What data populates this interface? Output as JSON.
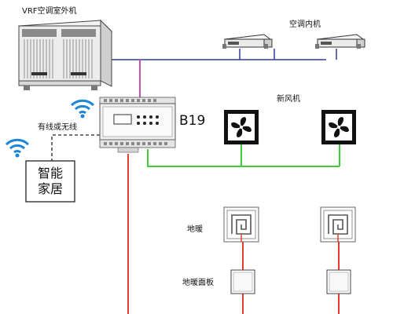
{
  "labels": {
    "outdoor_unit": "VRF空调室外机",
    "indoor_unit": "空调内机",
    "fresh_air": "新风机",
    "controller": "B19",
    "wired_wireless": "有线或无线",
    "smart_home_line1": "智能",
    "smart_home_line2": "家居",
    "floor_heating": "地暖",
    "floor_heating_panel": "地暖面板"
  },
  "colors": {
    "vrf_bus": "#2a3b9c",
    "magenta": "#c64fb4",
    "green_bus": "#3fce3a",
    "red_line": "#e23b2e",
    "wifi_blue": "#1d86d6",
    "line_dark": "#222222"
  },
  "icons": [
    "wifi-icon",
    "fan-icon",
    "floor-heating-coil-icon",
    "wall-panel-icon",
    "outdoor-unit-icon",
    "duct-unit-icon",
    "controller-icon"
  ]
}
